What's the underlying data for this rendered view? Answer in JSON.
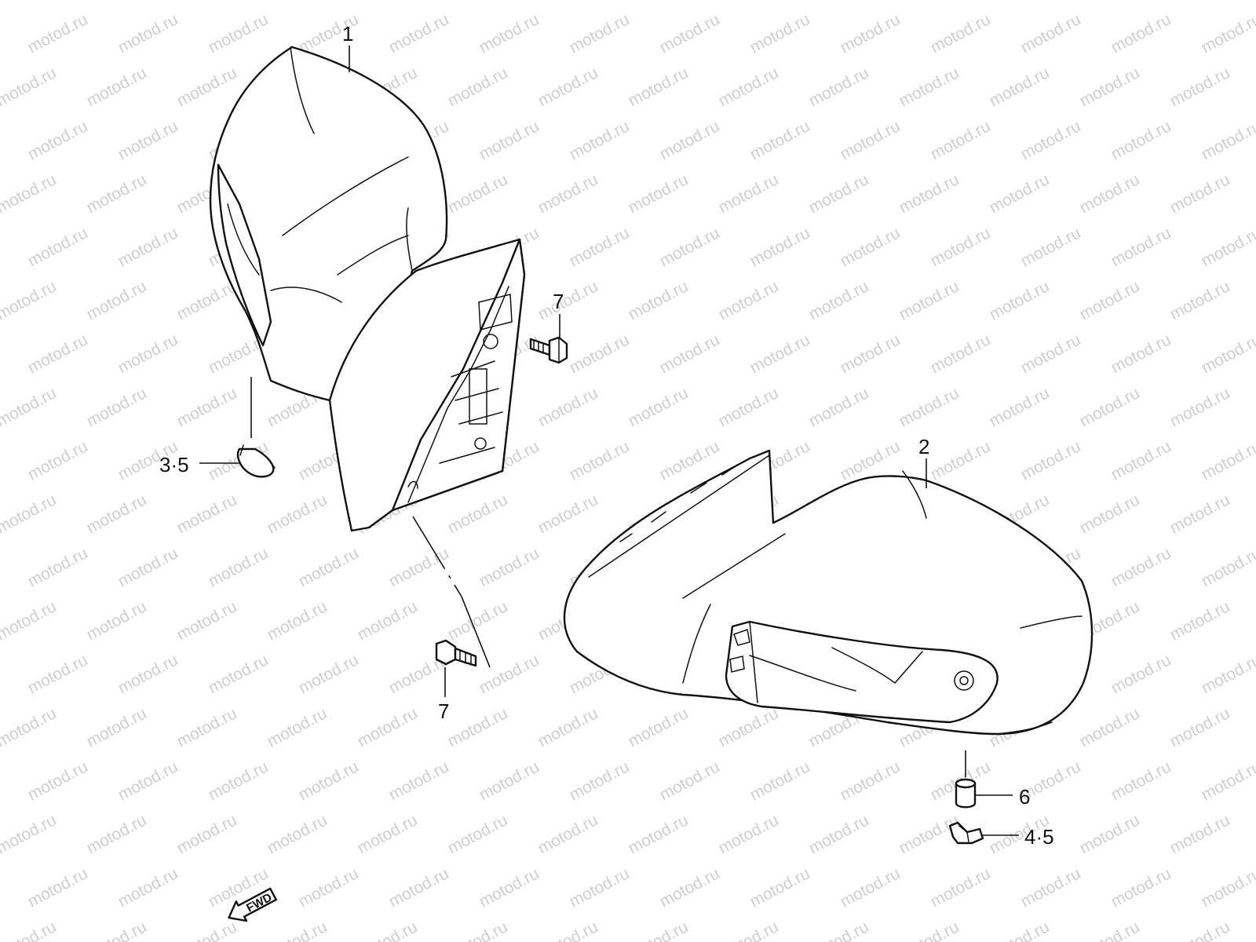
{
  "watermark": {
    "text": "motod.ru",
    "color": "#cfcfcf"
  },
  "callouts": [
    {
      "id": "c1",
      "label": "1"
    },
    {
      "id": "c2",
      "label": "2"
    },
    {
      "id": "c35",
      "label": "3·5"
    },
    {
      "id": "c45",
      "label": "4·5"
    },
    {
      "id": "c6",
      "label": "6"
    },
    {
      "id": "c7a",
      "label": "7"
    },
    {
      "id": "c7b",
      "label": "7"
    }
  ],
  "direction_arrow": {
    "label": "FWD",
    "icon": "fwd-arrow-icon"
  },
  "colors": {
    "line": "#111111",
    "background": "#ffffff"
  }
}
